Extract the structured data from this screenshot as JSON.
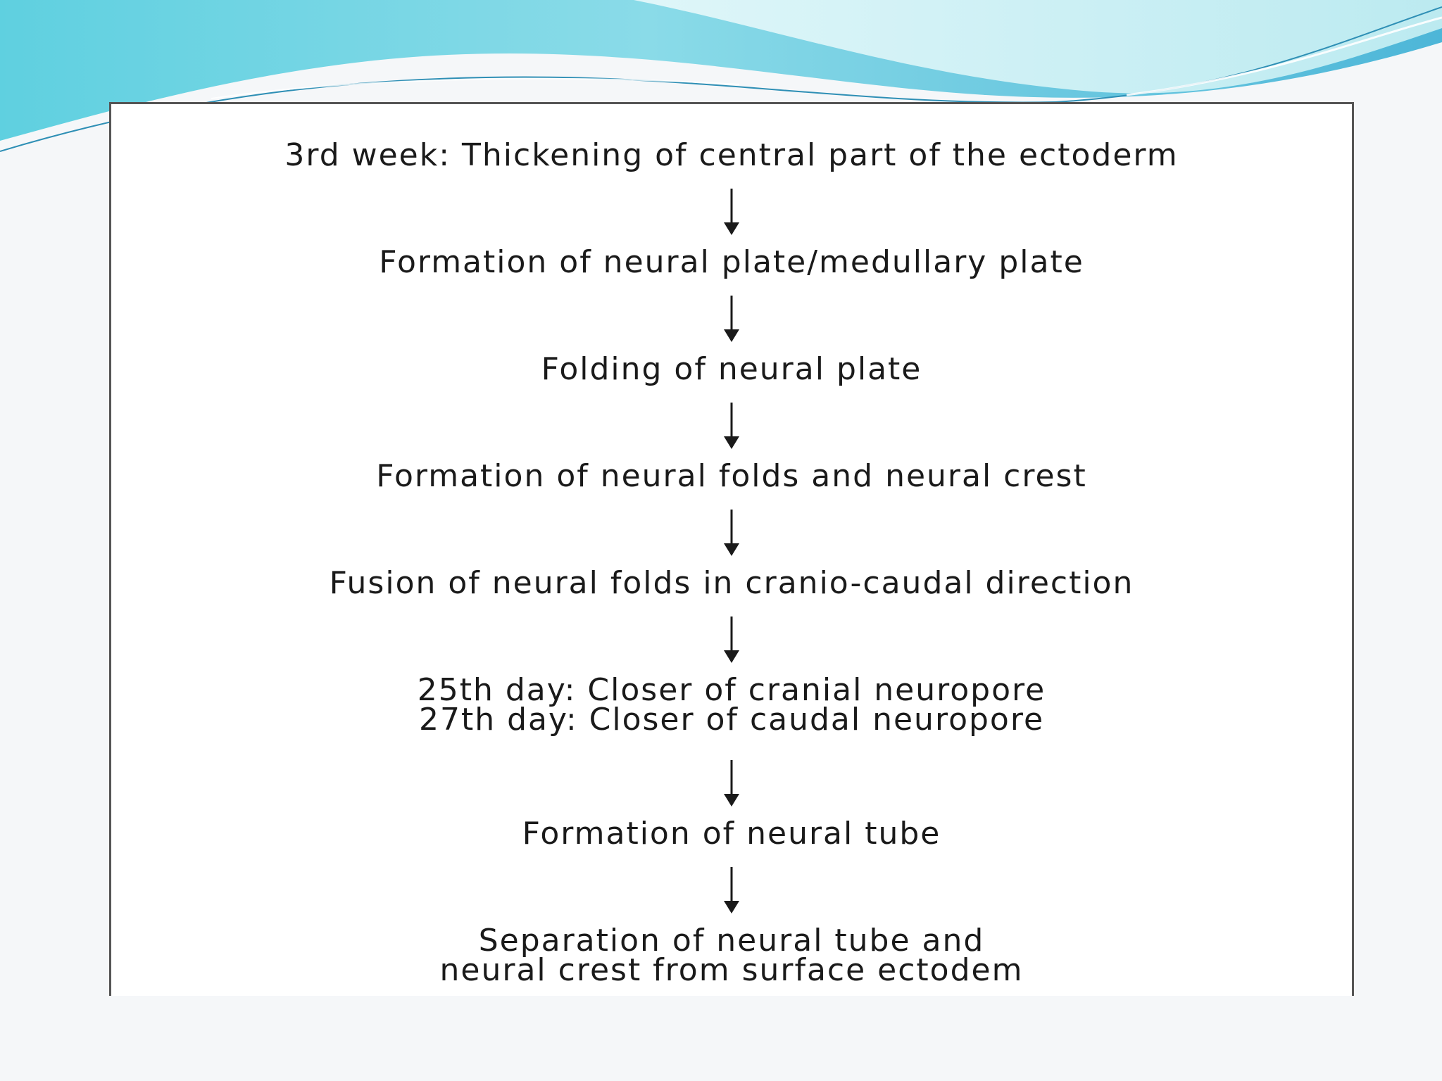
{
  "flowchart": {
    "steps": [
      {
        "lines": [
          "3rd week: Thickening of central part of the ectoderm"
        ]
      },
      {
        "lines": [
          "Formation of neural plate/medullary plate"
        ]
      },
      {
        "lines": [
          "Folding of neural plate"
        ]
      },
      {
        "lines": [
          "Formation of neural folds and neural crest"
        ]
      },
      {
        "lines": [
          "Fusion of neural folds in cranio-caudal direction"
        ]
      },
      {
        "lines": [
          "25th day: Closer of cranial neuropore",
          "27th day: Closer of caudal neuropore"
        ]
      },
      {
        "lines": [
          "Formation of neural tube"
        ]
      },
      {
        "lines": [
          "Separation of neural tube and",
          "neural crest from surface ectodem"
        ]
      }
    ]
  },
  "colors": {
    "text": "#1a1a1a",
    "arrow": "#1a1a1a",
    "frame_border": "#555555",
    "wave_light": "#bfeff0",
    "wave_mid": "#7fd3de",
    "wave_dark": "#3aa9c9"
  }
}
